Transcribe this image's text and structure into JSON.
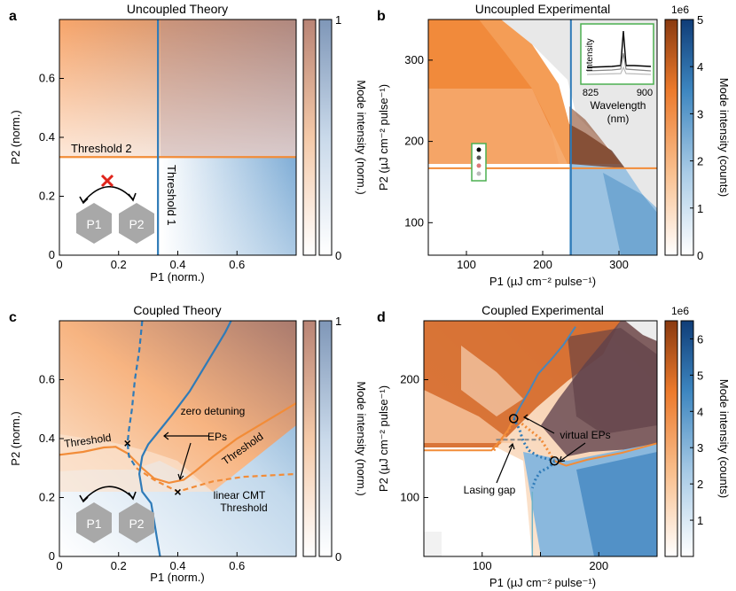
{
  "colors": {
    "orange": "#f28c38",
    "blue": "#2f7bb8",
    "orange_dark": "#b3541e",
    "grey": "#ececec"
  },
  "chart_data": [
    {
      "type": "heatmap",
      "panel": "a",
      "title": "Uncoupled Theory",
      "xlabel": "P1 (norm.)",
      "ylabel": "P2 (norm.)",
      "xlim": [
        0,
        0.8
      ],
      "ylim": [
        0,
        0.8
      ],
      "xticks": [
        0,
        0.2,
        0.4,
        0.6
      ],
      "yticks": [
        0,
        0.2,
        0.4,
        0.6
      ],
      "colorbar": {
        "label": "Mode intensity (norm.)",
        "ticks": [
          0,
          1
        ],
        "range": [
          0,
          1
        ]
      },
      "threshold_x": 0.333,
      "threshold_y": 0.333,
      "annotations": [
        "Threshold 2",
        "Threshold 1"
      ],
      "resonators": [
        "P1",
        "P2"
      ]
    },
    {
      "type": "heatmap",
      "panel": "b",
      "title": "Uncoupled Experimental",
      "xlabel": "P1 (µJ cm⁻² pulse⁻¹)",
      "ylabel": "P2 (µJ cm⁻² pulse⁻¹)",
      "xlim": [
        50,
        350
      ],
      "ylim": [
        60,
        350
      ],
      "xticks": [
        100,
        200,
        300
      ],
      "yticks": [
        100,
        200,
        300
      ],
      "colorbar": {
        "label": "Mode intensity (counts)",
        "ticks": [
          0,
          1,
          2,
          3,
          4,
          5
        ],
        "exponent": "1e6",
        "range": [
          0,
          5
        ]
      },
      "threshold_x": 237,
      "threshold_y": 167,
      "inset": {
        "xlabel": "Wavelength (nm)",
        "ylabel": "Intensity",
        "xticks": [
          825,
          900
        ]
      }
    },
    {
      "type": "heatmap",
      "panel": "c",
      "title": "Coupled Theory",
      "xlabel": "P1 (norm.)",
      "ylabel": "P2 (norm.)",
      "xlim": [
        0,
        0.8
      ],
      "ylim": [
        0,
        0.8
      ],
      "xticks": [
        0,
        0.2,
        0.4,
        0.6
      ],
      "yticks": [
        0,
        0.2,
        0.4,
        0.6
      ],
      "colorbar": {
        "label": "Mode intensity (norm.)",
        "ticks": [
          0,
          1
        ],
        "range": [
          0,
          1
        ]
      },
      "eps": [
        [
          0.23,
          0.385
        ],
        [
          0.4,
          0.22
        ]
      ],
      "annotations": [
        "zero detuning",
        "EPs",
        "Threshold",
        "Threshold",
        "linear CMT",
        "Threshold"
      ],
      "resonators": [
        "P1",
        "P2"
      ]
    },
    {
      "type": "heatmap",
      "panel": "d",
      "title": "Coupled Experimental",
      "xlabel": "P1 (µJ cm⁻² pulse⁻¹)",
      "ylabel": "P2 (µJ cm⁻² pulse⁻¹)",
      "xlim": [
        50,
        250
      ],
      "ylim": [
        50,
        250
      ],
      "xticks": [
        100,
        150,
        200
      ],
      "xticklabels": [
        "100",
        "",
        "200"
      ],
      "yticks": [
        100,
        200
      ],
      "colorbar": {
        "label": "Mode intensity (counts)",
        "ticks": [
          1,
          2,
          3,
          4,
          5,
          6
        ],
        "exponent": "1e6",
        "range": [
          0,
          6.5
        ]
      },
      "virtual_eps": [
        [
          127,
          167
        ],
        [
          162,
          131
        ]
      ],
      "annotations": [
        "virtual EPs",
        "Lasing gap"
      ]
    }
  ],
  "panel_labels": [
    "a",
    "b",
    "c",
    "d"
  ]
}
